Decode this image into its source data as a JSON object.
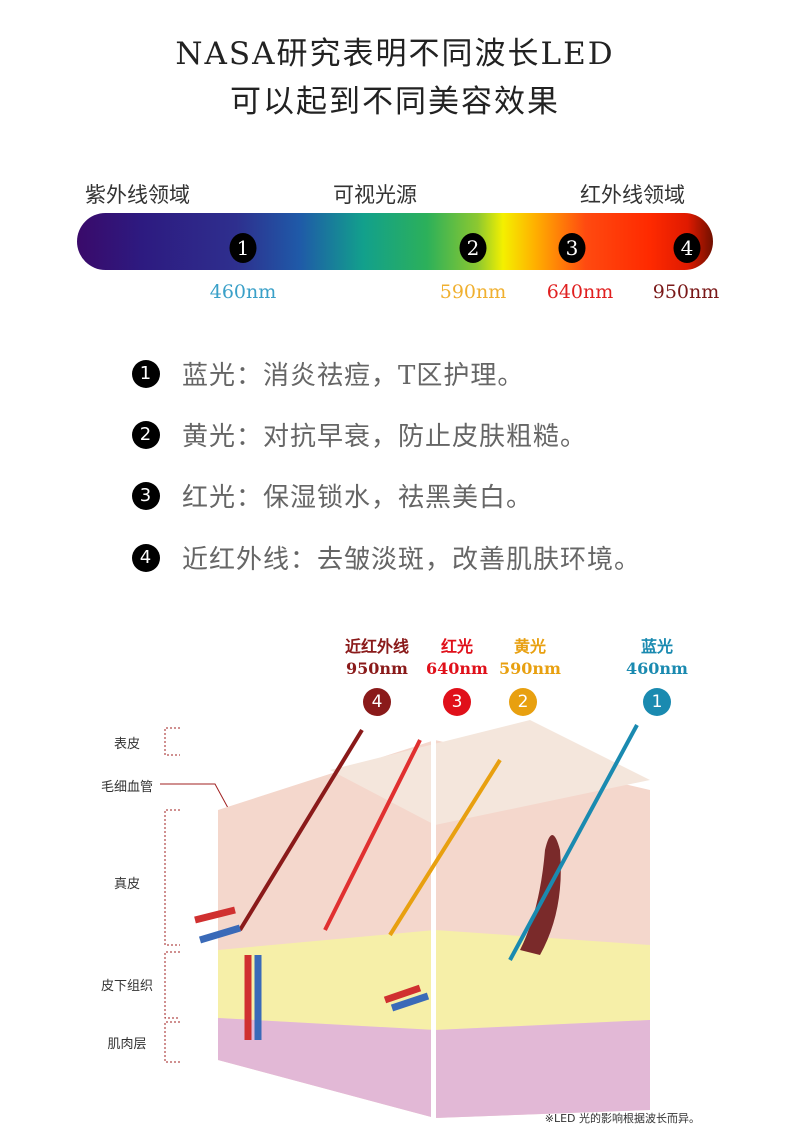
{
  "title": {
    "line1": "NASA研究表明不同波长LED",
    "line2": "可以起到不同美容效果"
  },
  "spectrum": {
    "left_label": "紫外线领域",
    "center_label": "可视光源",
    "right_label": "红外线领域",
    "markers": [
      {
        "num": "1",
        "nm": "460nm",
        "color": "#3aa0c8"
      },
      {
        "num": "2",
        "nm": "590nm",
        "color": "#f0b030"
      },
      {
        "num": "3",
        "nm": "640nm",
        "color": "#e02020"
      },
      {
        "num": "4",
        "nm": "950nm",
        "color": "#7a1818"
      }
    ]
  },
  "effects": [
    {
      "num": "1",
      "text": "蓝光：消炎祛痘，T区护理。"
    },
    {
      "num": "2",
      "text": "黄光：对抗早衰，防止皮肤粗糙。"
    },
    {
      "num": "3",
      "text": "红光：保湿锁水，祛黑美白。"
    },
    {
      "num": "4",
      "text": "近红外线：去皱淡斑，改善肌肤环境。"
    }
  ],
  "diagram": {
    "lights": [
      {
        "name": "近红外线",
        "nm": "950nm",
        "num": "4",
        "color": "#8a1a1a"
      },
      {
        "name": "红光",
        "nm": "640nm",
        "num": "3",
        "color": "#e0101a"
      },
      {
        "name": "黄光",
        "nm": "590nm",
        "num": "2",
        "color": "#e8a010"
      },
      {
        "name": "蓝光",
        "nm": "460nm",
        "num": "1",
        "color": "#1a8ab0"
      }
    ],
    "layers": [
      "表皮",
      "毛细血管",
      "真皮",
      "皮下组织",
      "肌肉层"
    ],
    "footnote": "※LED 光的影响根据波长而异。"
  }
}
